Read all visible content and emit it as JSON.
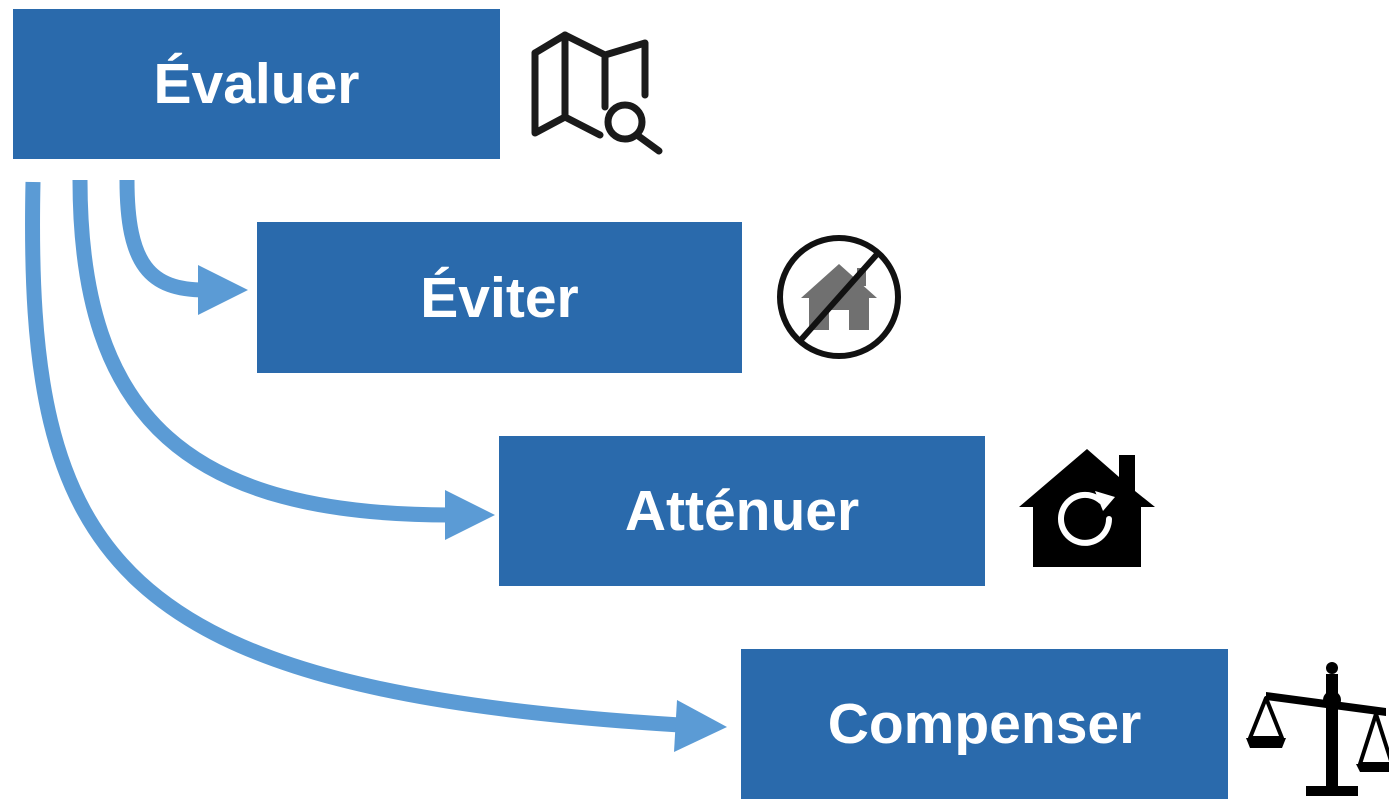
{
  "steps": {
    "evaluer": "Évaluer",
    "eviter": "Éviter",
    "attenuer": "Atténuer",
    "compenser": "Compenser"
  },
  "icons": {
    "evaluer": "map-magnifier-icon",
    "eviter": "no-house-icon",
    "attenuer": "house-refresh-icon",
    "compenser": "balance-scale-icon"
  },
  "colors": {
    "box": "#2a6aac",
    "arrow": "#5b9bd5",
    "box_text": "#ffffff"
  }
}
